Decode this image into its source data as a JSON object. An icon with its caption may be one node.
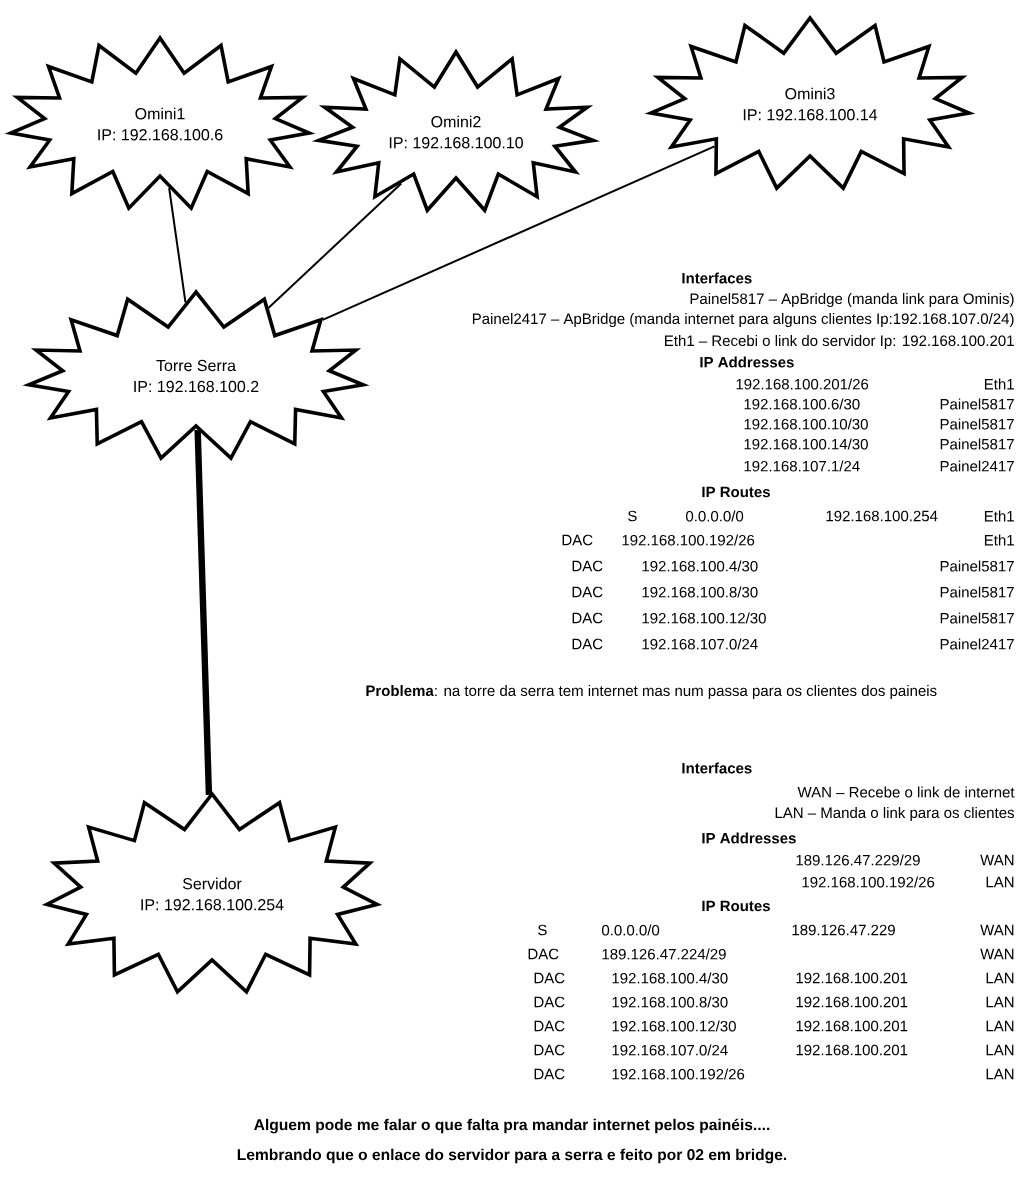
{
  "diagram": {
    "nodes": [
      {
        "text": [
          "Omini1",
          "IP: 192.168.100.6"
        ]
      },
      {
        "text": [
          "Omini2",
          "IP: 192.168.100.10"
        ]
      },
      {
        "text": [
          "Omini3",
          "IP: 192.168.100.14"
        ]
      },
      {
        "text": [
          "Torre Serra",
          "IP: 192.168.100.2"
        ]
      },
      {
        "text": [
          "Servidor",
          "IP: 192.168.100.254"
        ]
      }
    ],
    "edges": [
      {
        "from": 0,
        "to": 3,
        "arrow": "none"
      },
      {
        "from": 1,
        "to": 3,
        "arrow": "none"
      },
      {
        "from": 2,
        "to": 3,
        "arrow": "none"
      },
      {
        "from": 3,
        "to": 4,
        "arrow": "none",
        "style": "thick"
      }
    ],
    "labels": [
      "Interfaces",
      "Painel5817 – ApBridge (manda link para Ominis)",
      "Painel2417 – ApBridge (manda internet para alguns clientes Ip:192.168.107.0/24)",
      "Eth1 – Recebi o link do servidor Ip: 192.168.100.201",
      "IP Addresses",
      "192.168.100.201/26",
      "Eth1",
      "192.168.100.6/30",
      "Painel5817",
      "192.168.100.10/30",
      "Painel5817",
      "192.168.100.14/30",
      "Painel5817",
      "192.168.107.1/24",
      "Painel2417",
      "IP Routes",
      "S",
      "0.0.0.0/0",
      "192.168.100.254",
      "Eth1",
      "DAC",
      "192.168.100.192/26",
      "Eth1",
      "DAC",
      "192.168.100.4/30",
      "Painel5817",
      "DAC",
      "192.168.100.8/30",
      "Painel5817",
      "DAC",
      "192.168.100.12/30",
      "Painel5817",
      "DAC",
      "192.168.107.0/24",
      "Painel2417",
      "**Problema**: na torre da serra tem internet mas num passa para os clientes dos paineis",
      "Interfaces",
      "WAN – Recebe o link de internet",
      "LAN – Manda o link para os clientes",
      "IP Addresses",
      "189.126.47.229/29",
      "WAN",
      "192.168.100.192/26",
      "LAN",
      "IP Routes",
      "S",
      "0.0.0.0/0",
      "189.126.47.229",
      "WAN",
      "DAC",
      "189.126.47.224/29",
      "WAN",
      "DAC",
      "192.168.100.4/30",
      "192.168.100.201",
      "LAN",
      "DAC",
      "192.168.100.8/30",
      "192.168.100.201",
      "LAN",
      "DAC",
      "192.168.100.12/30",
      "192.168.100.201",
      "LAN",
      "DAC",
      "192.168.107.0/24",
      "192.168.100.201",
      "LAN",
      "DAC",
      "192.168.100.192/26",
      "LAN",
      "Alguem pode me falar o que falta pra mandar internet pelos painéis....",
      "Lembrando que o enlace do servidor para a serra e feito por 02 em bridge."
    ]
  }
}
